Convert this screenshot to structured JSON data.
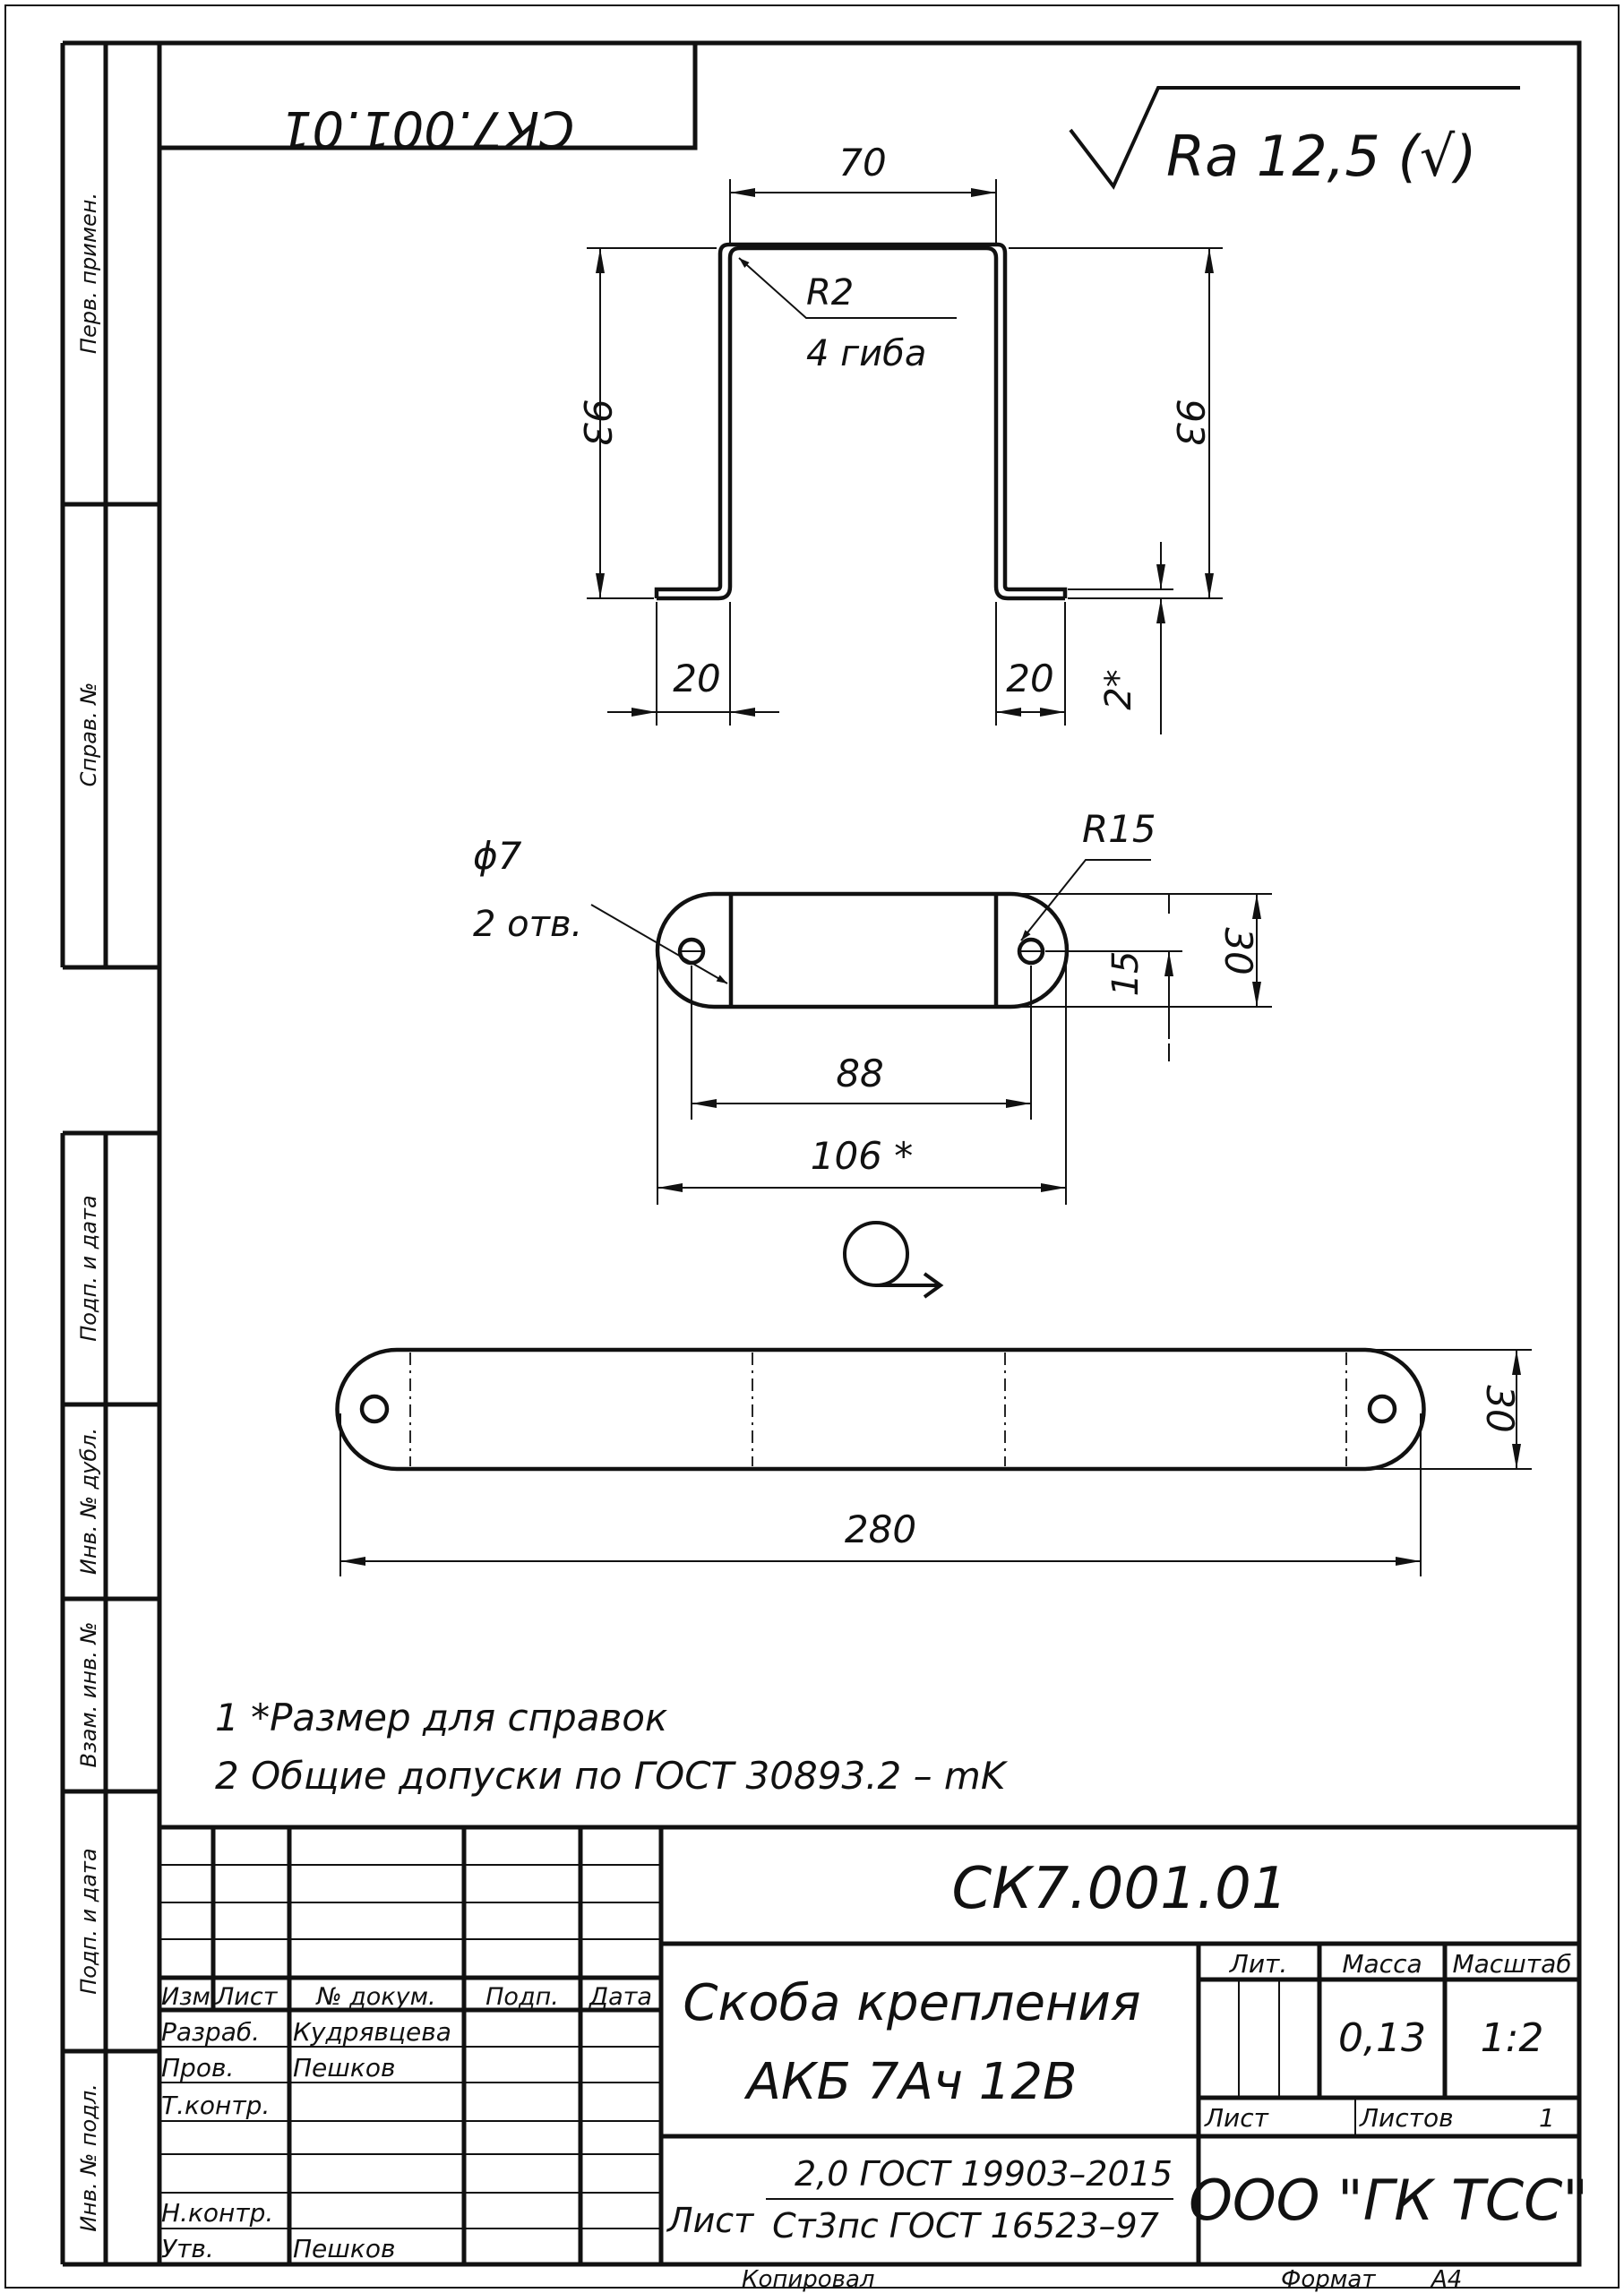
{
  "drawing": {
    "mirrored_code": "СК7.001.01",
    "roughness": "Ra 12,5 (√)",
    "profile_view": {
      "top_width": "70",
      "left_height": "93",
      "right_height": "93",
      "bend_radius": "R2",
      "bends_note": "4 гиба",
      "left_flange": "20",
      "right_flange": "20",
      "thickness": "2*"
    },
    "top_view": {
      "hole_diameter": "ϕ7",
      "holes_note": "2 отв.",
      "end_radius": "R15",
      "hole_spacing": "88",
      "total_length": "106 *",
      "half_width": "15",
      "width": "30"
    },
    "unfold_symbol": "flat-pattern-icon",
    "blank_view": {
      "width": "30",
      "length": "280"
    },
    "notes": [
      "1  *Размер для справок",
      "2  Общие допуски по ГОСТ 30893.2 – mK"
    ]
  },
  "left_strip": [
    "Перв. примен.",
    "Справ. №",
    "Подп. и дата",
    "Инв. № дубл.",
    "Взам. инв. №",
    "Подп. и дата",
    "Инв. № подл."
  ],
  "title_block": {
    "designation": "СК7.001.01",
    "name_line1": "Скоба крепления",
    "name_line2": "АКБ 7Ач 12В",
    "material_prefix": "Лист",
    "material_top": "2,0 ГОСТ 19903–2015",
    "material_bottom": "Ст3пс ГОСТ 16523–97",
    "header_lit": "Лит.",
    "header_mass": "Масса",
    "header_scale": "Масштаб",
    "mass": "0,13",
    "scale": "1:2",
    "sheet_label": "Лист",
    "sheets_label": "Листов",
    "sheets_count": "1",
    "company": "ООО \"ГК ТСС\"",
    "col_headers": [
      "Изм.",
      "Лист",
      "№ докум.",
      "Подп.",
      "Дата"
    ],
    "roles": [
      {
        "role": "Разраб.",
        "name": "Кудрявцева"
      },
      {
        "role": "Пров.",
        "name": "Пешков"
      },
      {
        "role": "Т.контр.",
        "name": ""
      },
      {
        "role": "",
        "name": ""
      },
      {
        "role": "Н.контр.",
        "name": ""
      },
      {
        "role": "Утв.",
        "name": "Пешков"
      }
    ]
  },
  "footer": {
    "copied": "Копировал",
    "format_label": "Формат",
    "format_value": "А4"
  }
}
